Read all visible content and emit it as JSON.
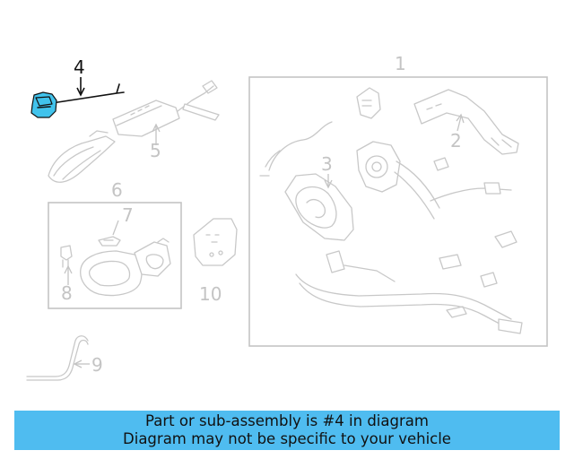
{
  "callouts": {
    "part_1": "1",
    "part_2": "2",
    "part_3": "3",
    "part_4": "4",
    "part_5": "5",
    "part_6": "6",
    "part_7": "7",
    "part_8": "8",
    "part_9": "9",
    "part_10": "10"
  },
  "highlighted_part": "4",
  "colors": {
    "highlight": "#41c3ec",
    "banner": "#4fbcf0",
    "line_art": "#c8c8c8"
  },
  "banner": {
    "line1": "Part or sub-assembly is #4 in diagram",
    "line2": "Diagram may not be specific to your vehicle"
  }
}
